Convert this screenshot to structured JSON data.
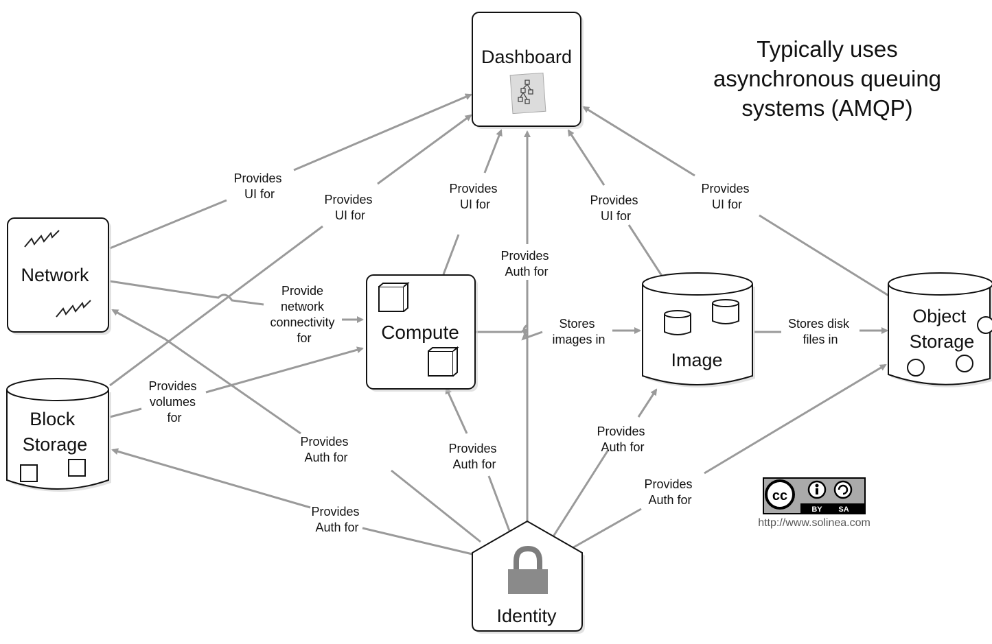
{
  "nodes": {
    "dashboard": "Dashboard",
    "network": "Network",
    "compute": "Compute",
    "image": "Image",
    "object_storage": [
      "Object",
      "Storage"
    ],
    "block_storage": [
      "Block",
      "Storage"
    ],
    "identity": "Identity"
  },
  "edge_labels": {
    "network_ui": [
      "Provides",
      "UI for"
    ],
    "block_ui": [
      "Provides",
      "UI for"
    ],
    "compute_ui": [
      "Provides",
      "UI for"
    ],
    "identity_auth_dashboard": [
      "Provides",
      "Auth for"
    ],
    "image_ui": [
      "Provides",
      "UI for"
    ],
    "object_ui": [
      "Provides",
      "UI for"
    ],
    "network_connectivity": [
      "Provide",
      "network",
      "connectivity",
      "for"
    ],
    "stores_images": [
      "Stores",
      "images in"
    ],
    "stores_disk": [
      "Stores disk",
      "files in"
    ],
    "volumes": [
      "Provides",
      "volumes",
      "for"
    ],
    "auth_network": [
      "Provides",
      "Auth for"
    ],
    "auth_compute": [
      "Provides",
      "Auth for"
    ],
    "auth_image": [
      "Provides",
      "Auth for"
    ],
    "auth_object": [
      "Provides",
      "Auth for"
    ],
    "auth_block": [
      "Provides",
      "Auth for"
    ]
  },
  "note": [
    "Typically uses",
    "asynchronous queuing",
    "systems (AMQP)"
  ],
  "license": {
    "badge": [
      "BY",
      "SA"
    ],
    "url": "http://www.solinea.com"
  },
  "icons": [
    "dashboard-icon",
    "lightning-icon",
    "cube-icon",
    "disk-icon",
    "circle-icon",
    "square-icon",
    "padlock-icon",
    "cc-badge-icon"
  ]
}
